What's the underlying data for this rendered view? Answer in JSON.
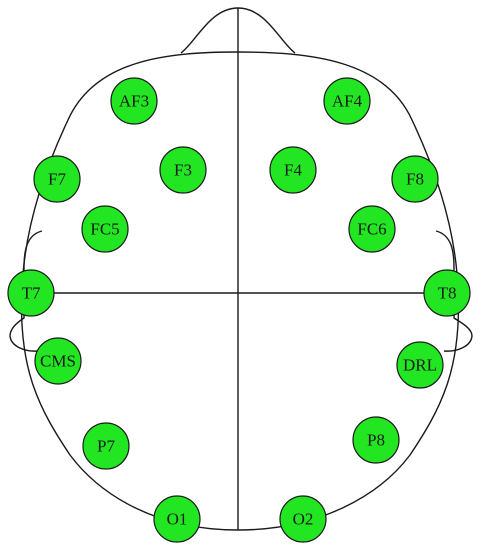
{
  "colors": {
    "electrode_fill": "#22e622",
    "line": "#1a1a1a",
    "background": "#ffffff"
  },
  "electrodes": [
    {
      "id": "af3",
      "label": "AF3"
    },
    {
      "id": "af4",
      "label": "AF4"
    },
    {
      "id": "f7",
      "label": "F7"
    },
    {
      "id": "f3",
      "label": "F3"
    },
    {
      "id": "f4",
      "label": "F4"
    },
    {
      "id": "f8",
      "label": "F8"
    },
    {
      "id": "fc5",
      "label": "FC5"
    },
    {
      "id": "fc6",
      "label": "FC6"
    },
    {
      "id": "t7",
      "label": "T7"
    },
    {
      "id": "t8",
      "label": "T8"
    },
    {
      "id": "cms",
      "label": "CMS"
    },
    {
      "id": "drl",
      "label": "DRL"
    },
    {
      "id": "p7",
      "label": "P7"
    },
    {
      "id": "p8",
      "label": "P8"
    },
    {
      "id": "o1",
      "label": "O1"
    },
    {
      "id": "o2",
      "label": "O2"
    }
  ]
}
